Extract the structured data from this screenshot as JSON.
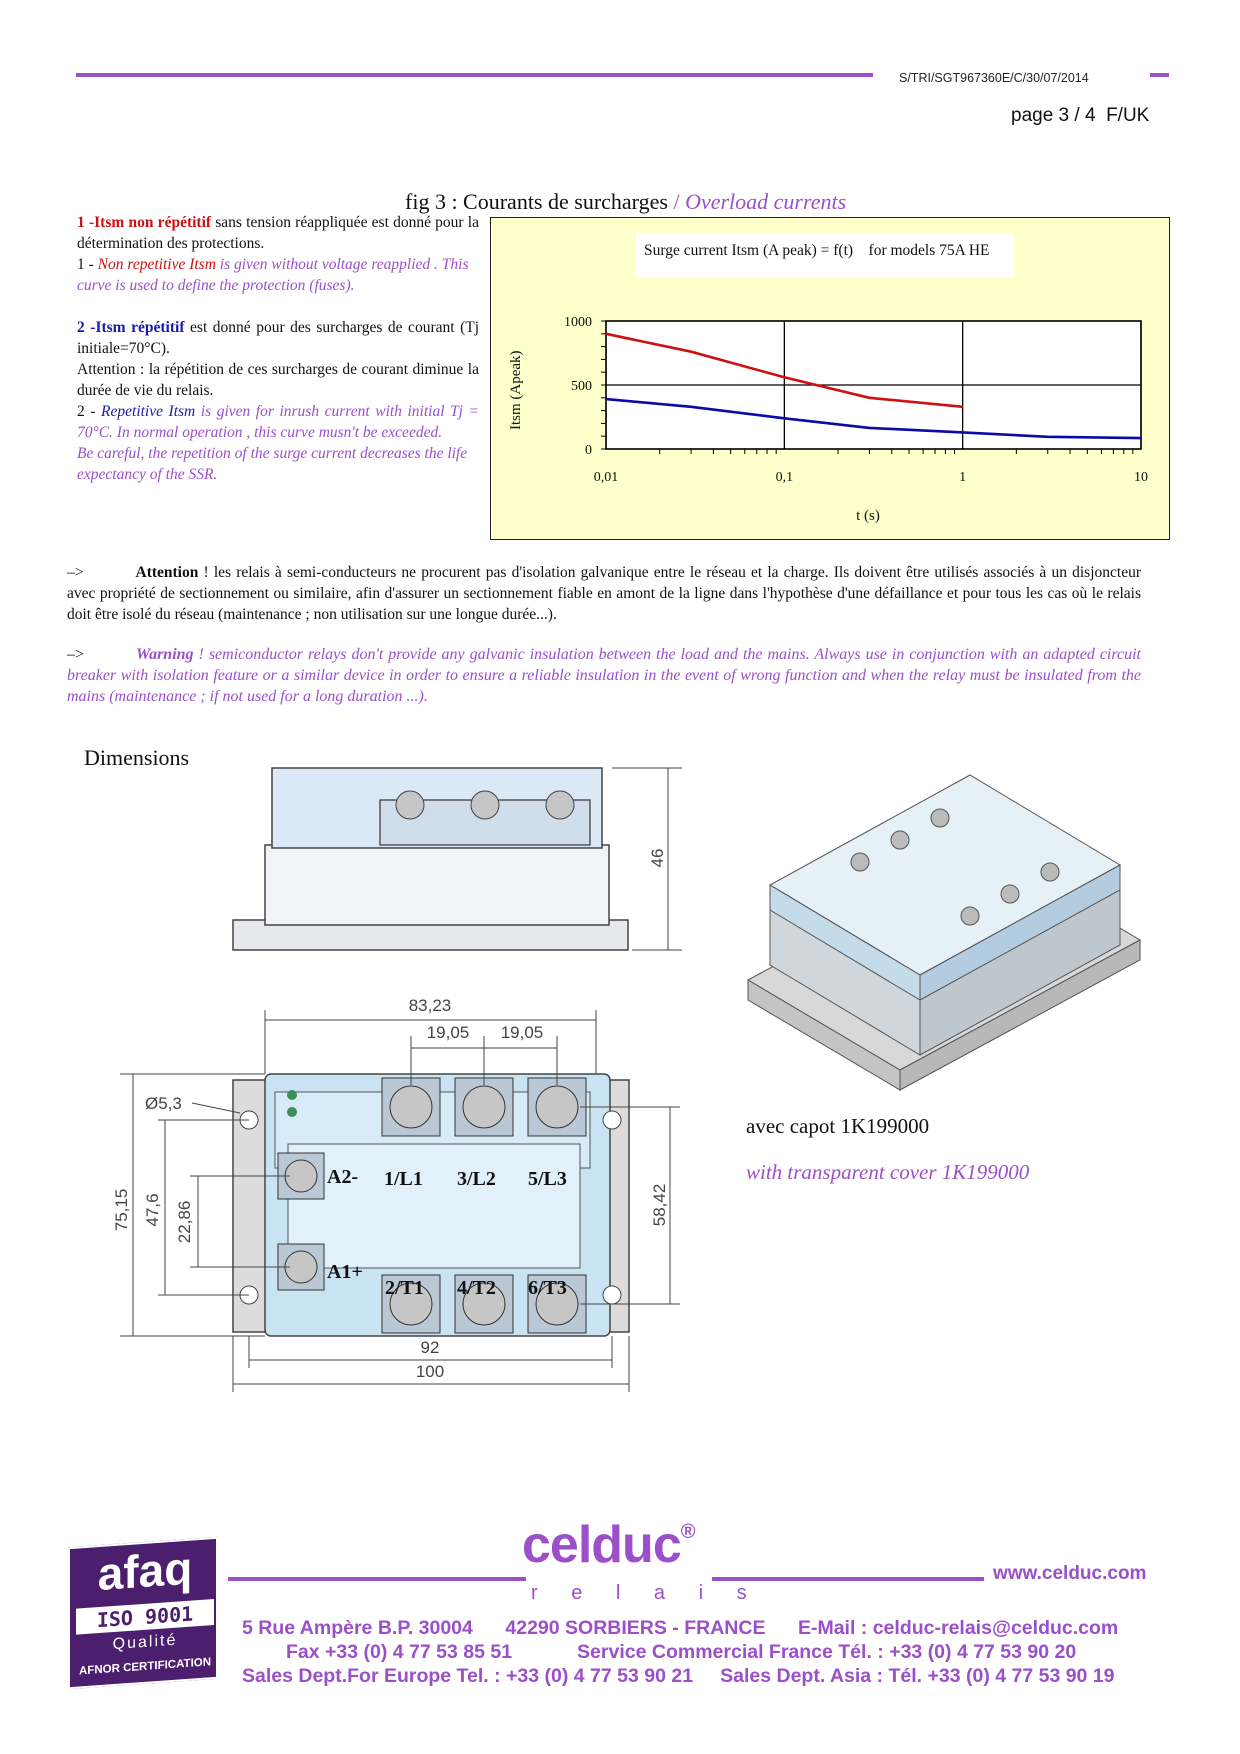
{
  "header": {
    "doc_ref": "S/TRI/SGT967360E/C/30/07/2014",
    "page_label": "page 3 / 4  F/UK"
  },
  "figure": {
    "title_fr": "fig 3 : Courants de surcharges",
    "title_sep": " / ",
    "title_en": "Overload currents"
  },
  "left_text": {
    "p1_num": "1",
    "p1_head": "-Itsm non répétitif",
    "p1_fr": " sans tension réappliquée est donné pour la détermination des protections.",
    "p1_en_num": "1 - ",
    "p1_en_head": "Non repetitive Itsm",
    "p1_en": " is given  without voltage reapplied . This curve is used to define the protection (fuses).",
    "p2_num": "2",
    "p2_head": "-Itsm répétitif",
    "p2_fr": " est donné pour des surcharges de courant (Tj initiale=70°C).",
    "p2_fr2": "Attention : la répétition de ces surcharges de courant diminue la durée de vie du relais.",
    "p2_en_num": "2 - ",
    "p2_en_head": "Repetitive Itsm",
    "p2_en": "  is given for inrush current with initial Tj = 70°C. In normal operation , this curve musn't be exceeded.",
    "p2_en2": "Be careful, the repetition of the surge current decreases the life expectancy of the SSR."
  },
  "chart_data": {
    "type": "line",
    "title": "Surge current Itsm (A peak) = f(t)    for models 75A HE",
    "xlabel": "t (s)",
    "ylabel": "Itsm (Apeak)",
    "x_scale": "log",
    "xlim": [
      0.01,
      10
    ],
    "ylim": [
      0,
      1000
    ],
    "x_ticks": [
      "0,01",
      "0,1",
      "1",
      "10"
    ],
    "y_ticks": [
      "0",
      "500",
      "1000"
    ],
    "grid": true,
    "series": [
      {
        "color": "#cc1111",
        "x": [
          0.01,
          0.03,
          0.1,
          0.3,
          1
        ],
        "y": [
          900,
          760,
          560,
          400,
          330
        ]
      },
      {
        "color": "#0a0aa8",
        "x": [
          0.01,
          0.03,
          0.1,
          0.3,
          1,
          3,
          10
        ],
        "y": [
          390,
          330,
          240,
          165,
          130,
          95,
          85
        ]
      }
    ]
  },
  "warnings": {
    "arrow": "–>",
    "fr_head": "Attention",
    "fr_text": " ! les relais à semi-conducteurs ne procurent pas d'isolation galvanique entre le réseau et la charge. Ils doivent être utilisés associés à un disjoncteur avec propriété de sectionnement ou similaire, afin d'assurer un sectionnement fiable en amont de la ligne dans l'hypothèse d'une défaillance et pour tous les cas où le relais doit être isolé du réseau (maintenance ; non utilisation sur une longue durée...).",
    "en_head": "Warning",
    "en_text": " !  semiconductor relays don't provide any galvanic insulation between the load and the mains. Always use in conjunction with an adapted circuit breaker with isolation feature  or a similar device in order to  ensure a reliable insulation in the event of wrong function and when the relay must be insulated from the mains (maintenance ; if not used for a long duration ...)."
  },
  "dimensions": {
    "heading": "Dimensions",
    "d46": "46",
    "d83": "83,23",
    "d19a": "19,05",
    "d19b": "19,05",
    "dhole": "Ø5,3",
    "d75": "75,15",
    "d47": "47,6",
    "d22": "22,86",
    "d58": "58,42",
    "d92": "92",
    "d100": "100",
    "t_a2": "A2-",
    "t_a1": "A1+",
    "t_l1": "1/L1",
    "t_l2": "3/L2",
    "t_l3": "5/L3",
    "t_t1": "2/T1",
    "t_t2": "4/T2",
    "t_t3": "6/T3",
    "cover_fr": "avec capot 1K199000",
    "cover_en": "with transparent cover 1K199000"
  },
  "footer": {
    "logo_afaq": "afaq",
    "logo_iso": "ISO 9001",
    "logo_qualite": "Qualité",
    "logo_afnor": "AFNOR CERTIFICATION",
    "brand": "celduc",
    "brand_reg": "®",
    "brand_sub": "r e l a i s",
    "website": "www.celduc.com",
    "addr_line": "5 Rue Ampère B.P. 30004      42290 SORBIERS - FRANCE      E-Mail : celduc-relais@celduc.com",
    "fax_line": "Fax +33 (0) 4 77 53 85 51            Service Commercial France Tél. : +33 (0) 4 77 53 90 20",
    "sales_line": "Sales Dept.For Europe Tel. : +33 (0) 4 77 53 90 21     Sales Dept. Asia : Tél. +33 (0) 4 77 53 90 19"
  }
}
